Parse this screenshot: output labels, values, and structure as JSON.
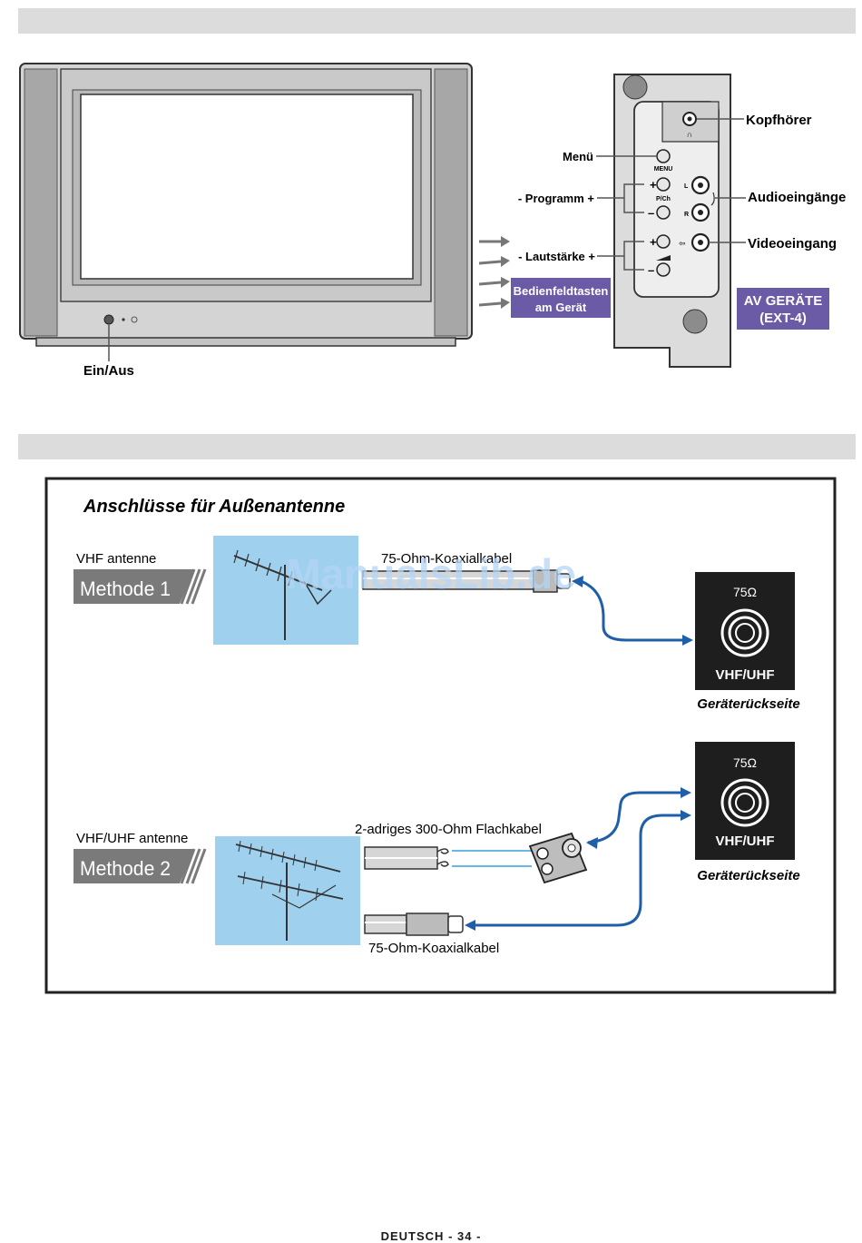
{
  "tv_panel": {
    "labels": {
      "headphone": "Kopfhörer",
      "menu": "Menü",
      "menu_small": "MENU",
      "programme": "- Programm +",
      "pch_small": "P/Ch",
      "audio_inputs": "Audioeingänge",
      "volume": "- Lautstärke +",
      "video_input": "Videoeingang",
      "power": "Ein/Aus",
      "plus": "+",
      "minus": "–",
      "left": "L",
      "right": "R"
    },
    "panel_buttons_box": "Bedienfeldtasten am Gerät",
    "av_box": "AV GERÄTE (EXT-4)",
    "colors": {
      "label_box": "#6b5aa6"
    }
  },
  "antenna_section": {
    "title": "Anschlüsse für Außenantenne",
    "method1": {
      "antenna_label": "VHF antenne",
      "method_label": "Methode 1",
      "cable_label": "75-Ohm-Koaxialkabel"
    },
    "method2": {
      "antenna_label": "VHF/UHF antenne",
      "method_label": "Methode 2",
      "flat_cable_label": "2-adriges 300-Ohm Flachkabel",
      "coax_cable_label": "75-Ohm-Koaxialkabel"
    },
    "socket": {
      "ohm": "75Ω",
      "type": "VHF/UHF",
      "caption": "Geräterückseite"
    },
    "watermark": "ManualsLib.de",
    "colors": {
      "sky": "#9fd0ee",
      "wire": "#1f5fa8",
      "method_tag": "#7a7a7a"
    }
  },
  "footer": {
    "language": "DEUTSCH",
    "page": "- 34 -"
  }
}
